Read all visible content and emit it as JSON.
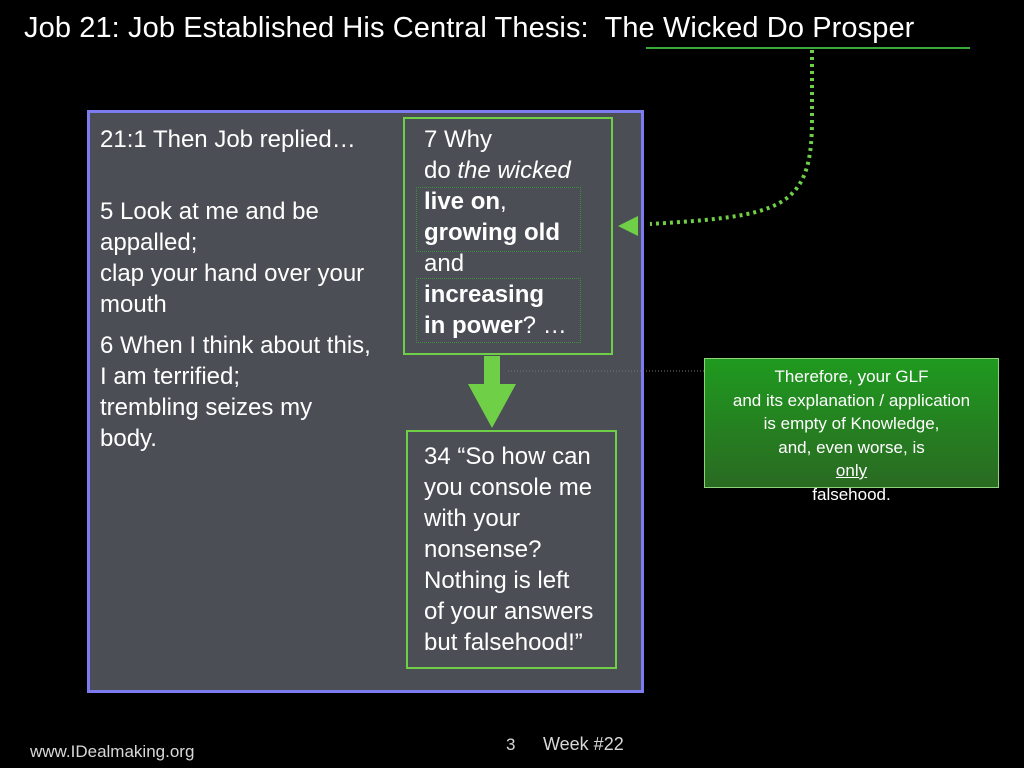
{
  "slide": {
    "title_main": "Job 21:  Job Established His Central Thesis:",
    "title_highlight": "The Wicked Do Prosper",
    "verse_1": "21:1 Then Job replied…",
    "verse_5": [
      "5 Look at me and be",
      "appalled;",
      "clap your hand over your",
      "mouth"
    ],
    "verse_6": [
      "6 When I think about this,",
      "I am terrified;",
      "trembling seizes my",
      "body."
    ],
    "verse_7": {
      "line1": "7 Why",
      "line2_prefix": "do ",
      "line2_italic": "the wicked",
      "line3_bold": "live on",
      "line3_suffix": ",",
      "line4_bold": "growing old",
      "line5": "and",
      "line6_bold": "increasing",
      "line7_bold": "in power",
      "line7_suffix": "?  …"
    },
    "verse_34": [
      "34 “So how can",
      "you console me",
      "with your",
      "nonsense?",
      "Nothing is left",
      "of your answers",
      "but falsehood!”"
    ],
    "callout": {
      "line1": "Therefore, your GLF",
      "line2": "and its explanation / application",
      "line3": "is empty of Knowledge,",
      "line4": "and, even worse, is",
      "line5_underlined": "only",
      "line5_rest": " falsehood."
    },
    "footer": {
      "url": "www.IDealmaking.org",
      "page_number": "3",
      "week": "Week #22"
    }
  },
  "colors": {
    "background": "#000000",
    "panel": "#4b4e55",
    "panel_border": "#7c7cf0",
    "accent_green": "#6fcf46",
    "callout_green": "#1f9a1f"
  },
  "icons": [
    "dotted-curved-arrow-icon",
    "down-arrow-icon"
  ]
}
